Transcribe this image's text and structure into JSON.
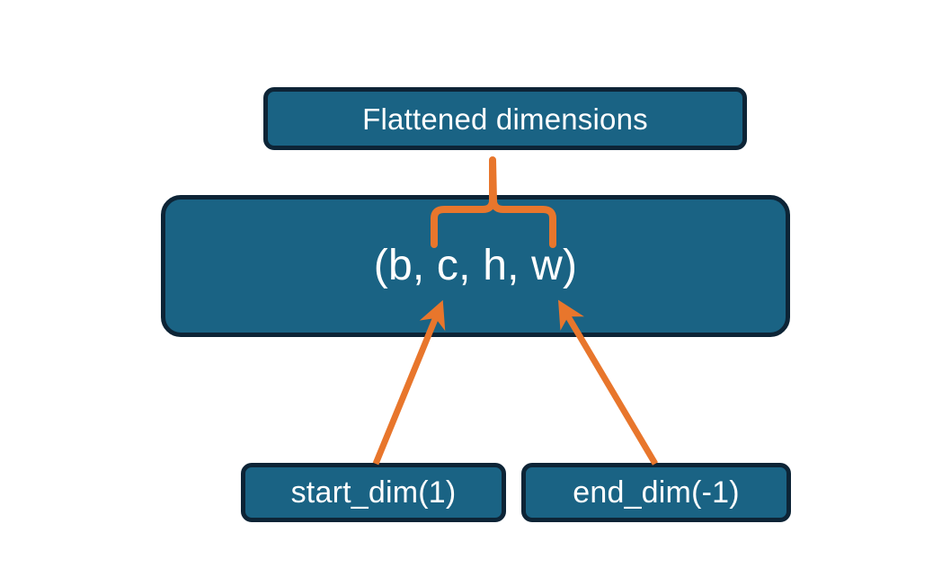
{
  "diagram": {
    "title_node": {
      "label": "Flattened dimensions",
      "name": "flattened-dimensions-box"
    },
    "shape_node": {
      "label": "(b, c, h, w)",
      "name": "tensor-shape-box",
      "dims": [
        "b",
        "c",
        "h",
        "w"
      ]
    },
    "argument_nodes": [
      {
        "label": "start_dim(1)",
        "name": "start-dim-box",
        "value": 1
      },
      {
        "label": "end_dim(-1)",
        "name": "end-dim-box",
        "value": -1
      }
    ],
    "connectors": {
      "brace": {
        "name": "curly-brace-connector",
        "description": "brace spanning c,h,w pointing to Flattened dimensions"
      },
      "arrows": [
        {
          "name": "start-dim-arrow",
          "from": "start_dim(1)",
          "to": "c"
        },
        {
          "name": "end-dim-arrow",
          "from": "end_dim(-1)",
          "to": "w"
        }
      ]
    },
    "colors": {
      "box_fill": "#1a6384",
      "box_border": "#0d2436",
      "text": "#ffffff",
      "accent": "#e8762c",
      "background": "#ffffff"
    }
  }
}
